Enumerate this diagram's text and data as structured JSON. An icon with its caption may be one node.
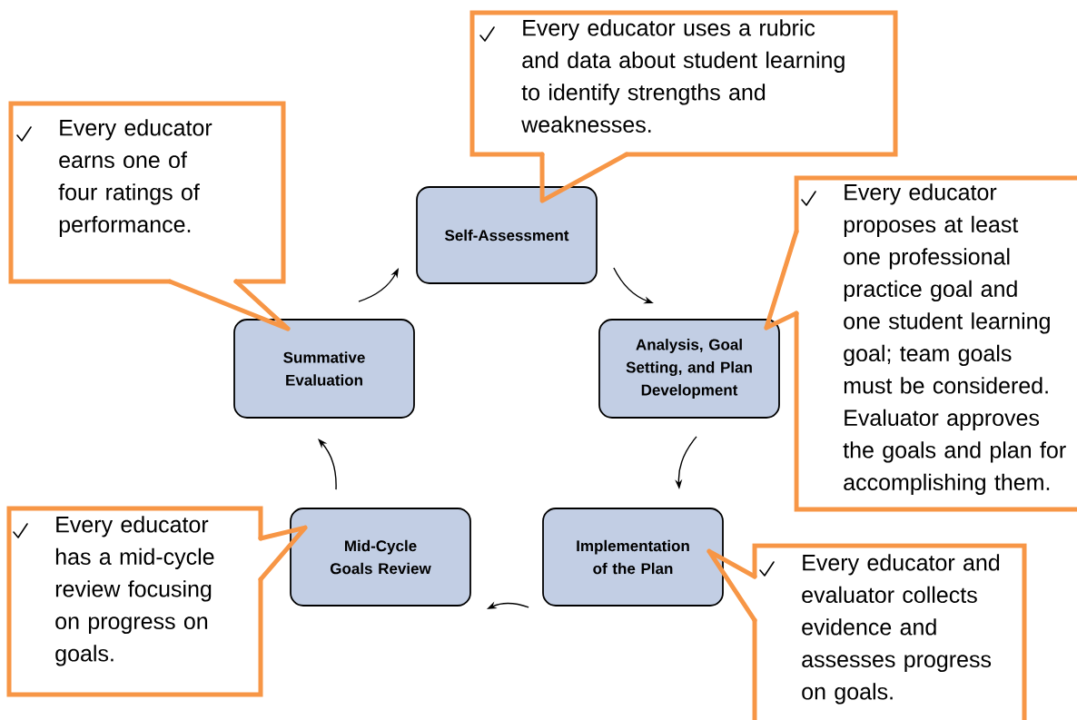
{
  "diagram": {
    "nodes": [
      {
        "text": [
          "Every educator uses a rubric and data about student learning to identify strengths and weaknesses."
        ]
      },
      {
        "text": [
          "Every educator earns one of four ratings of performance."
        ]
      },
      {
        "text": [
          "Self-Assessment"
        ]
      },
      {
        "text": [
          "Every educator proposes at least one professional practice goal and one student learning goal; team goals must be considered. Evaluator approves the goals and plan for accomplishing them."
        ]
      },
      {
        "text": [
          "Summative Evaluation"
        ]
      },
      {
        "text": [
          "Analysis, Goal Setting, and Plan Development"
        ]
      },
      {
        "text": [
          "Every educator has a mid-cycle review focusing on progress on goals."
        ]
      },
      {
        "text": [
          "Mid-Cycle Goals Review"
        ]
      },
      {
        "text": [
          "Implementation of the Plan"
        ]
      },
      {
        "text": [
          "Every educator and evaluator collects evidence and assesses progress on goals."
        ]
      }
    ],
    "edges": [
      {
        "from": 2,
        "to": 5,
        "arrow": "to"
      },
      {
        "from": 5,
        "to": 8,
        "arrow": "to"
      },
      {
        "from": 8,
        "to": 7,
        "arrow": "to"
      },
      {
        "from": 7,
        "to": 4,
        "arrow": "to"
      },
      {
        "from": 4,
        "to": 2,
        "arrow": "to"
      },
      {
        "from": 0,
        "to": 2,
        "arrow": "none",
        "style": "thick",
        "color": "#f79646"
      },
      {
        "from": 1,
        "to": 4,
        "arrow": "none",
        "style": "thick",
        "color": "#f79646"
      },
      {
        "from": 3,
        "to": 5,
        "arrow": "none",
        "style": "thick",
        "color": "#f79646"
      },
      {
        "from": 9,
        "to": 8,
        "arrow": "none",
        "style": "thick",
        "color": "#f79646"
      },
      {
        "from": 6,
        "to": 7,
        "arrow": "none",
        "style": "thick",
        "color": "#f79646"
      }
    ]
  }
}
